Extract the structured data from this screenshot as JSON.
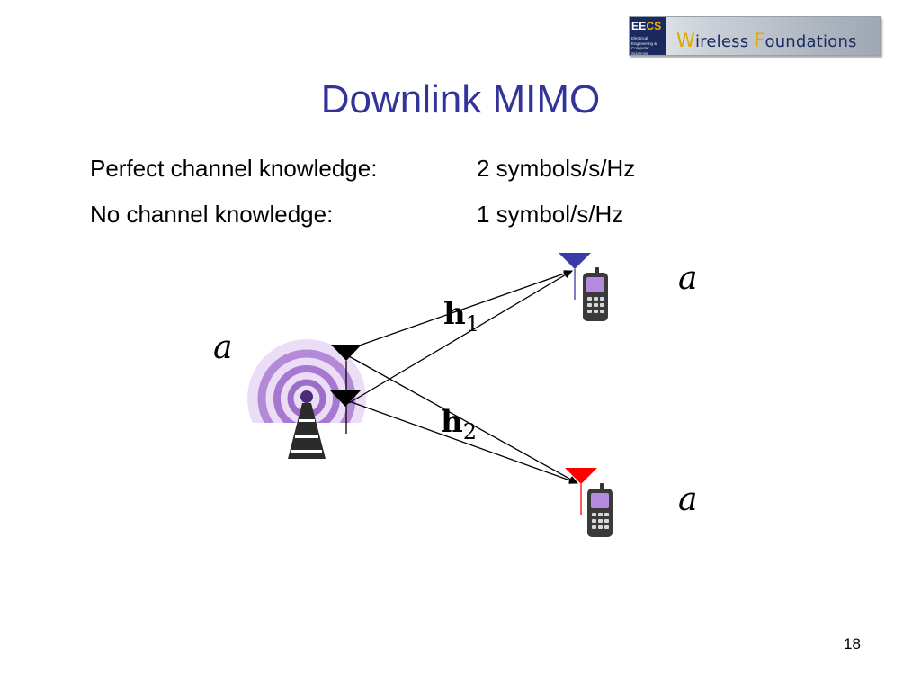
{
  "logo": {
    "eecs_prefix": "EE",
    "eecs_suffix": "CS",
    "eecs_subtitle": "Electrical Engineering & Computer Sciences",
    "brand_w_cap": "W",
    "brand_w_rest": "ireless ",
    "brand_f_cap": "F",
    "brand_f_rest": "oundations"
  },
  "slide": {
    "title": "Downlink MIMO",
    "rows": [
      {
        "label": "Perfect channel knowledge:",
        "value": "2 symbols/s/Hz"
      },
      {
        "label": "No channel knowledge:",
        "value": "1 symbol/s/Hz"
      }
    ],
    "page_number": "18"
  },
  "diagram": {
    "symbol_tx": "a",
    "symbol_user1": "a",
    "symbol_user2": "a",
    "channel1_letter": "h",
    "channel1_sub": "1",
    "channel2_letter": "h",
    "channel2_sub": "2",
    "colors": {
      "user1_antenna": "#3a3aa8",
      "user2_antenna": "#ff0000",
      "tower_waves": "#9b6fc7",
      "phone_screen": "#b58be0"
    }
  }
}
